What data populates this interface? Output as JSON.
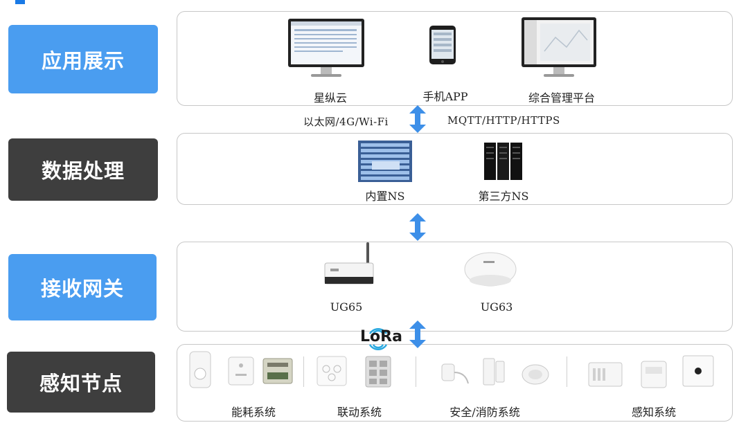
{
  "layers": {
    "app": {
      "label": "应用展示",
      "items": [
        "星纵云",
        "手机APP",
        "综合管理平台"
      ]
    },
    "data": {
      "label": "数据处理",
      "items": [
        "内置NS",
        "第三方NS"
      ]
    },
    "gateway": {
      "label": "接收网关",
      "items": [
        "UG65",
        "UG63"
      ]
    },
    "sensing": {
      "label": "感知节点",
      "items": [
        "能耗系统",
        "联动系统",
        "安全/消防系统",
        "感知系统"
      ]
    }
  },
  "links": {
    "left_protocol": "以太网/4G/Wi-Fi",
    "right_protocol": "MQTT/HTTP/HTTPS",
    "lora": "LoRa"
  },
  "colors": {
    "label_blue": "#4a9df0",
    "label_dark": "#3e3e3e",
    "arrow": "#3d8fe8"
  }
}
